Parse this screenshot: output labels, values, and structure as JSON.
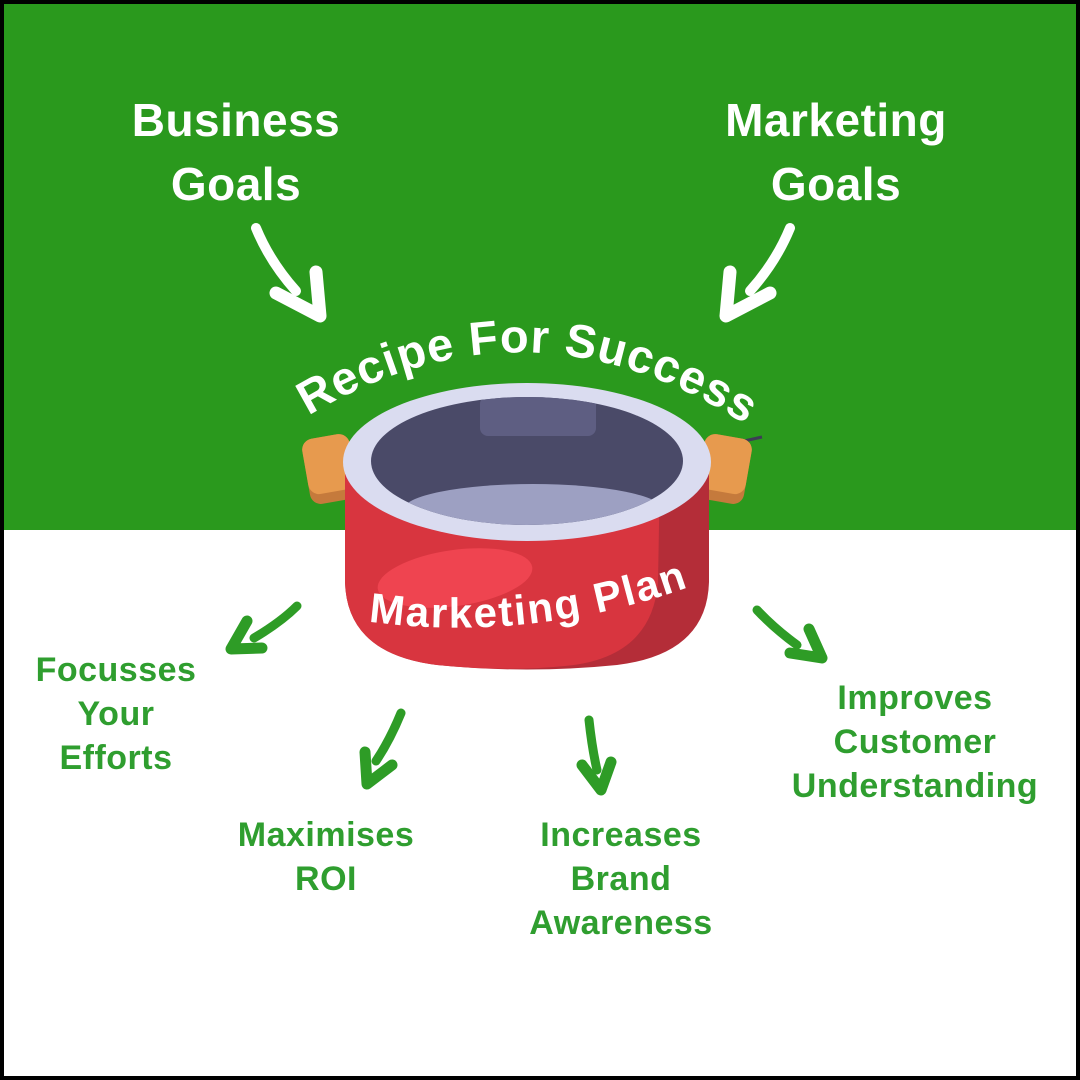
{
  "headline": "Recipe For Success",
  "pot_label": "Marketing Plan",
  "inputs": {
    "left": "Business\nGoals",
    "right": "Marketing\nGoals"
  },
  "benefits": {
    "far_left": "Focusses\nYour\nEfforts",
    "mid_left": "Maximises\nROI",
    "middle": "Increases\nBrand\nAwareness",
    "right": "Improves\nCustomer\nUnderstanding"
  },
  "palette": {
    "background_green": "#2a991d",
    "panel_white": "#ffffff",
    "benefit_text_green": "#2f9e2f",
    "arrow_green": "#2e9c26",
    "arrow_white": "#ffffff",
    "headline_white": "#ffffff",
    "pot_red": "#d8353f",
    "pot_red_dark": "#b42d38",
    "pot_red_highlight": "#ef4450",
    "pot_rim_lavender": "#dadcf0",
    "pot_interior_dark": "#4a4a68",
    "pot_interior_reflection": "#5e5e82",
    "pot_interior_floor": "#9da0c2",
    "handle_orange": "#e79a4e",
    "handle_orange_dark": "#c57a3c",
    "handle_detail_line": "#3d3d55",
    "border_black": "#000000"
  }
}
